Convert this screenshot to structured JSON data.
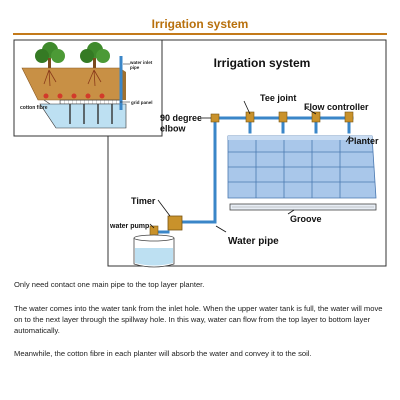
{
  "header": {
    "title": "Irrigation system"
  },
  "diagram": {
    "title": "Irrigation system",
    "inset_labels": {
      "water_inlet_pipe": "water inlet\npipe",
      "cotton_fibre": "cotton fibre",
      "grid_panel": "grid panel"
    },
    "labels": {
      "tee_joint": "Tee joint",
      "flow_controller": "Flow controller",
      "elbow": "90 degree\nelbow",
      "planter": "Planter",
      "timer": "Timer",
      "water_pump": "water pump",
      "groove": "Groove",
      "water_pipe": "Water pipe"
    },
    "colors": {
      "pipe": "#3a86c8",
      "planter": "#8fb6e2",
      "soil": "#c89045",
      "foliage": "#3f8a2c",
      "frame": "#333333"
    }
  },
  "text": {
    "p1": "Only need contact one main pipe to the top layer planter.",
    "p2": "The water comes into the water tank from the inlet hole. When the upper water tank is full, the water will move on to the next layer through the spillway hole. In this way, water can flow from the top layer to bottom layer automatically.",
    "p3": "Meanwhile, the cotton fibre in each planter will absorb the water and convey it to the soil."
  }
}
